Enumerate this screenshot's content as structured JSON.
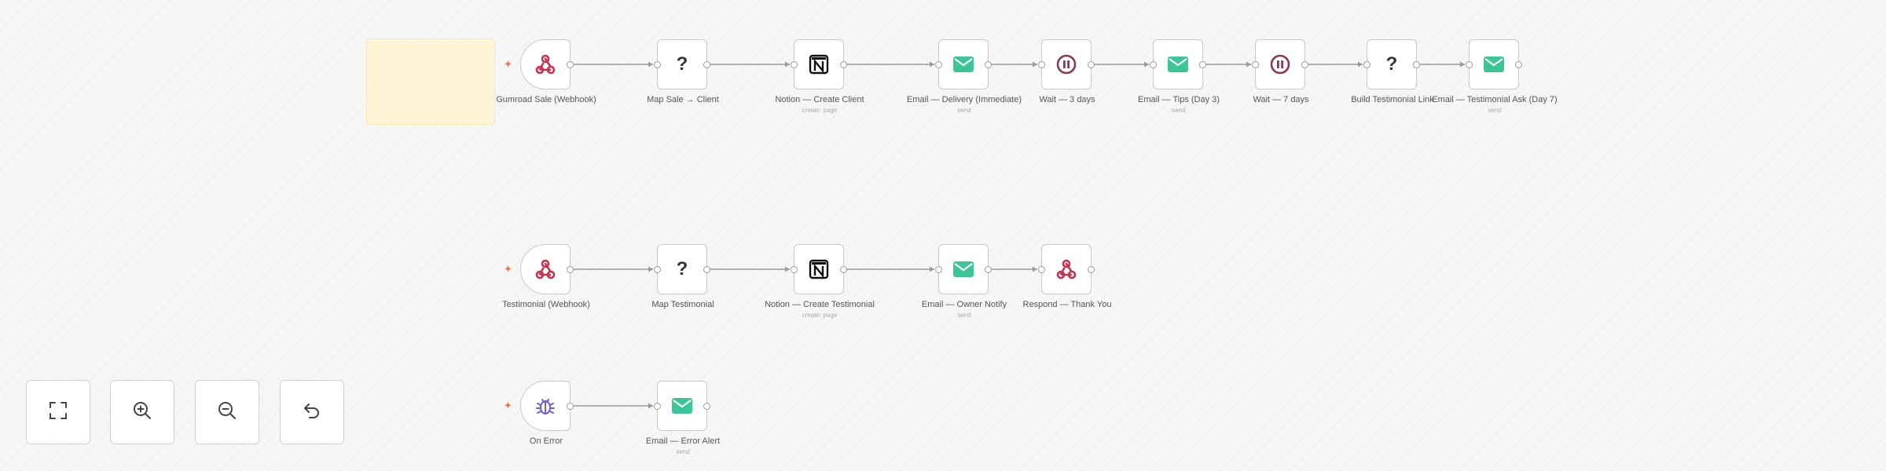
{
  "workflow": {
    "nodes": [
      {
        "id": "gumroad",
        "label": "Gumroad Sale (Webhook)",
        "sub": "",
        "icon": "webhook-icon",
        "trigger": true
      },
      {
        "id": "map-sale",
        "label": "Map Sale → Client",
        "sub": "",
        "icon": "question-icon",
        "trigger": false
      },
      {
        "id": "notion-client",
        "label": "Notion — Create Client",
        "sub": "create: page",
        "icon": "notion-icon",
        "trigger": false
      },
      {
        "id": "email-delivery",
        "label": "Email — Delivery (Immediate)",
        "sub": "send",
        "icon": "email-icon",
        "trigger": false
      },
      {
        "id": "wait-3",
        "label": "Wait — 3 days",
        "sub": "",
        "icon": "pause-icon",
        "trigger": false
      },
      {
        "id": "email-tips",
        "label": "Email — Tips (Day 3)",
        "sub": "send",
        "icon": "email-icon",
        "trigger": false
      },
      {
        "id": "wait-7",
        "label": "Wait — 7 days",
        "sub": "",
        "icon": "pause-icon",
        "trigger": false
      },
      {
        "id": "build-link",
        "label": "Build Testimonial Link",
        "sub": "",
        "icon": "question-icon",
        "trigger": false
      },
      {
        "id": "email-ask",
        "label": "Email — Testimonial Ask (Day 7)",
        "sub": "send",
        "icon": "email-icon",
        "trigger": false
      },
      {
        "id": "testimonial-hook",
        "label": "Testimonial (Webhook)",
        "sub": "",
        "icon": "webhook-icon",
        "trigger": true
      },
      {
        "id": "map-testimonial",
        "label": "Map Testimonial",
        "sub": "",
        "icon": "question-icon",
        "trigger": false
      },
      {
        "id": "notion-testimonial",
        "label": "Notion — Create Testimonial",
        "sub": "create: page",
        "icon": "notion-icon",
        "trigger": false
      },
      {
        "id": "email-owner",
        "label": "Email — Owner Notify",
        "sub": "send",
        "icon": "email-icon",
        "trigger": false
      },
      {
        "id": "respond",
        "label": "Respond — Thank You",
        "sub": "",
        "icon": "webhook-icon",
        "trigger": false
      },
      {
        "id": "on-error",
        "label": "On Error",
        "sub": "",
        "icon": "bug-icon",
        "trigger": true
      },
      {
        "id": "email-error",
        "label": "Email — Error Alert",
        "sub": "send",
        "icon": "email-icon",
        "trigger": false
      }
    ],
    "connections": [
      [
        "gumroad",
        "map-sale"
      ],
      [
        "map-sale",
        "notion-client"
      ],
      [
        "notion-client",
        "email-delivery"
      ],
      [
        "email-delivery",
        "wait-3"
      ],
      [
        "wait-3",
        "email-tips"
      ],
      [
        "email-tips",
        "wait-7"
      ],
      [
        "wait-7",
        "build-link"
      ],
      [
        "build-link",
        "email-ask"
      ],
      [
        "testimonial-hook",
        "map-testimonial"
      ],
      [
        "map-testimonial",
        "notion-testimonial"
      ],
      [
        "notion-testimonial",
        "email-owner"
      ],
      [
        "email-owner",
        "respond"
      ],
      [
        "on-error",
        "email-error"
      ]
    ]
  },
  "controls": [
    {
      "id": "fit-view",
      "icon": "fit-view-icon"
    },
    {
      "id": "zoom-in",
      "icon": "zoom-in-icon"
    },
    {
      "id": "zoom-out",
      "icon": "zoom-out-icon"
    },
    {
      "id": "undo",
      "icon": "undo-icon"
    }
  ],
  "colors": {
    "email": "#3cc596",
    "pause": "#8b3a55",
    "webhook": "#c8324c",
    "bug": "#6f5ad8",
    "trigger_bolt": "#f2734a",
    "sticky": "#fff4d6"
  }
}
